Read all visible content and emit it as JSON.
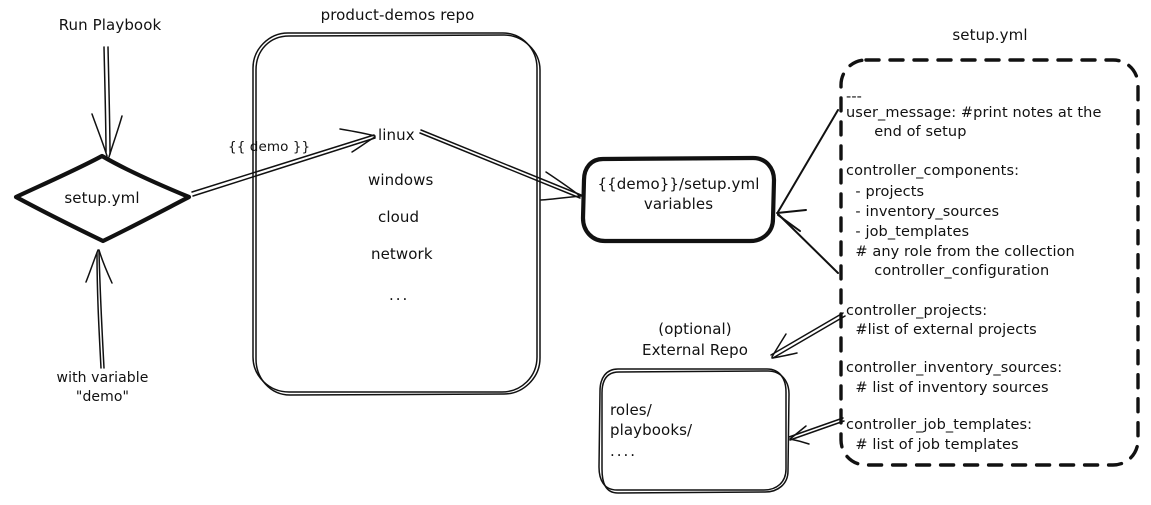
{
  "diagram": {
    "title": "Ansible product-demos setup.yml flow",
    "stroke_color": "#111111",
    "background_color": "#ffffff"
  },
  "entry": {
    "run_label": "Run Playbook",
    "node_label": "setup.yml",
    "variable_label_line1": "with variable",
    "variable_label_line2": "\"demo\""
  },
  "repo": {
    "title": "product-demos repo",
    "items": [
      {
        "label": "linux"
      },
      {
        "label": "windows"
      },
      {
        "label": "cloud"
      },
      {
        "label": "network"
      },
      {
        "label": "..."
      }
    ]
  },
  "edges": {
    "demo_var": "{{ demo }}"
  },
  "vars_box": {
    "line1": "{{demo}}/setup.yml",
    "line2": "variables"
  },
  "setup_yml": {
    "title": "setup.yml",
    "blocks": [
      {
        "name": "doc-start",
        "lines": [
          "---"
        ]
      },
      {
        "name": "user-message",
        "lines": [
          "user_message: #print notes at the",
          "      end of setup"
        ]
      },
      {
        "name": "controller-components",
        "lines": [
          "controller_components:",
          "  - projects",
          "  - inventory_sources",
          "  - job_templates",
          "  # any role from the collection",
          "      controller_configuration"
        ]
      },
      {
        "name": "controller-projects",
        "lines": [
          "controller_projects:",
          "  #list of external projects"
        ]
      },
      {
        "name": "controller-inventory-sources",
        "lines": [
          "controller_inventory_sources:",
          "  # list of inventory sources"
        ]
      },
      {
        "name": "controller-job-templates",
        "lines": [
          "controller_job_templates:",
          "  # list of job templates"
        ]
      }
    ]
  },
  "external_repo": {
    "title_line1": "(optional)",
    "title_line2": "External Repo",
    "items": [
      "roles/",
      "playbooks/",
      "...."
    ]
  }
}
